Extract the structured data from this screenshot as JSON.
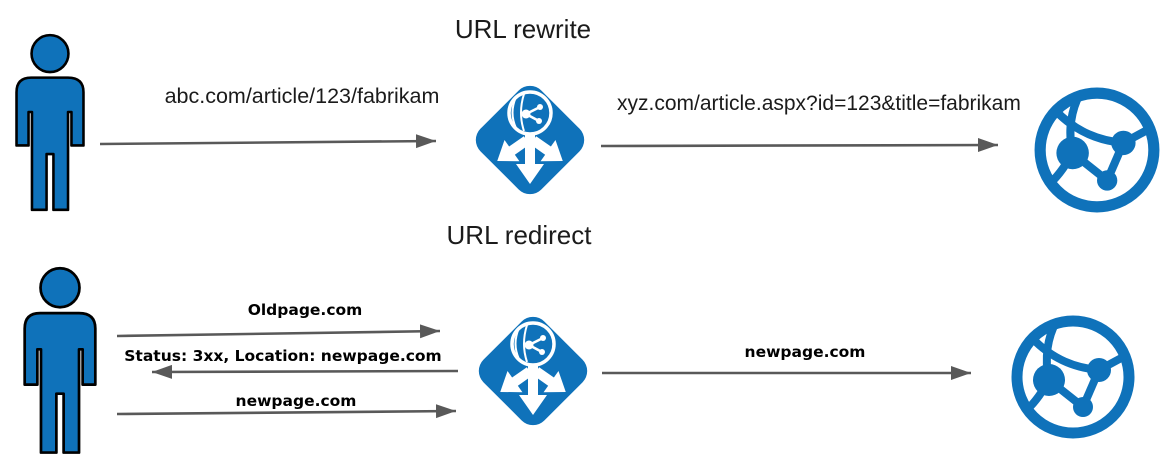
{
  "colors": {
    "icon_blue": "#0f72ba",
    "arrow_gray": "#595959",
    "text_black": "#1b1b1b"
  },
  "rewrite": {
    "title": "URL rewrite",
    "request_label": "abc.com/article/123/fabrikam",
    "rewritten_label": "xyz.com/article.aspx?id=123&title=fabrikam"
  },
  "redirect": {
    "title": "URL redirect",
    "request_label": "Oldpage.com",
    "response_label": "Status: 3xx, Location: newpage.com",
    "followup_label": "newpage.com",
    "forward_label": "newpage.com"
  },
  "icons": [
    {
      "name": "user-icon",
      "shape": "person-pictogram"
    },
    {
      "name": "application-gateway-icon",
      "shape": "rounded-diamond-globe-three-arrows"
    },
    {
      "name": "web-app-icon",
      "shape": "globe-ring-network-nodes"
    }
  ]
}
